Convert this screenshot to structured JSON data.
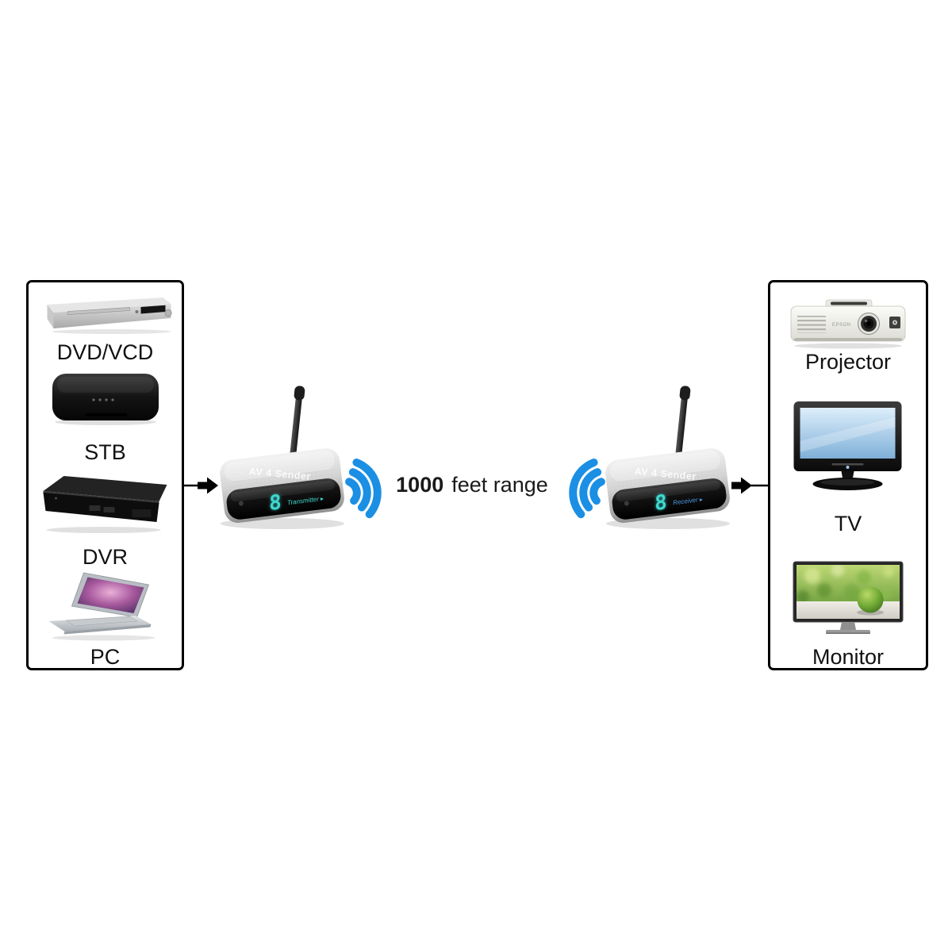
{
  "diagram": {
    "range": {
      "distance": "1000",
      "unit": "feet range"
    },
    "sources": {
      "items": [
        {
          "label": "DVD/VCD"
        },
        {
          "label": "STB"
        },
        {
          "label": "DVR"
        },
        {
          "label": "PC"
        }
      ]
    },
    "displays": {
      "items": [
        {
          "label": "Projector"
        },
        {
          "label": "TV"
        },
        {
          "label": "Monitor"
        }
      ]
    },
    "transmitter": {
      "brand": "AV 4 Sender",
      "digit": "8",
      "label": "Transmitter ▸"
    },
    "receiver": {
      "brand": "AV 4 Sender",
      "digit": "8",
      "label": "Receiver ▸"
    },
    "projector_brand": "EPSON"
  },
  "colors": {
    "wifi_blue": "#1b8fe4",
    "display_cyan": "#3fd8cf",
    "transmitter_label_cyan": "#3fd8cf",
    "receiver_label_blue": "#4a9ae0"
  }
}
